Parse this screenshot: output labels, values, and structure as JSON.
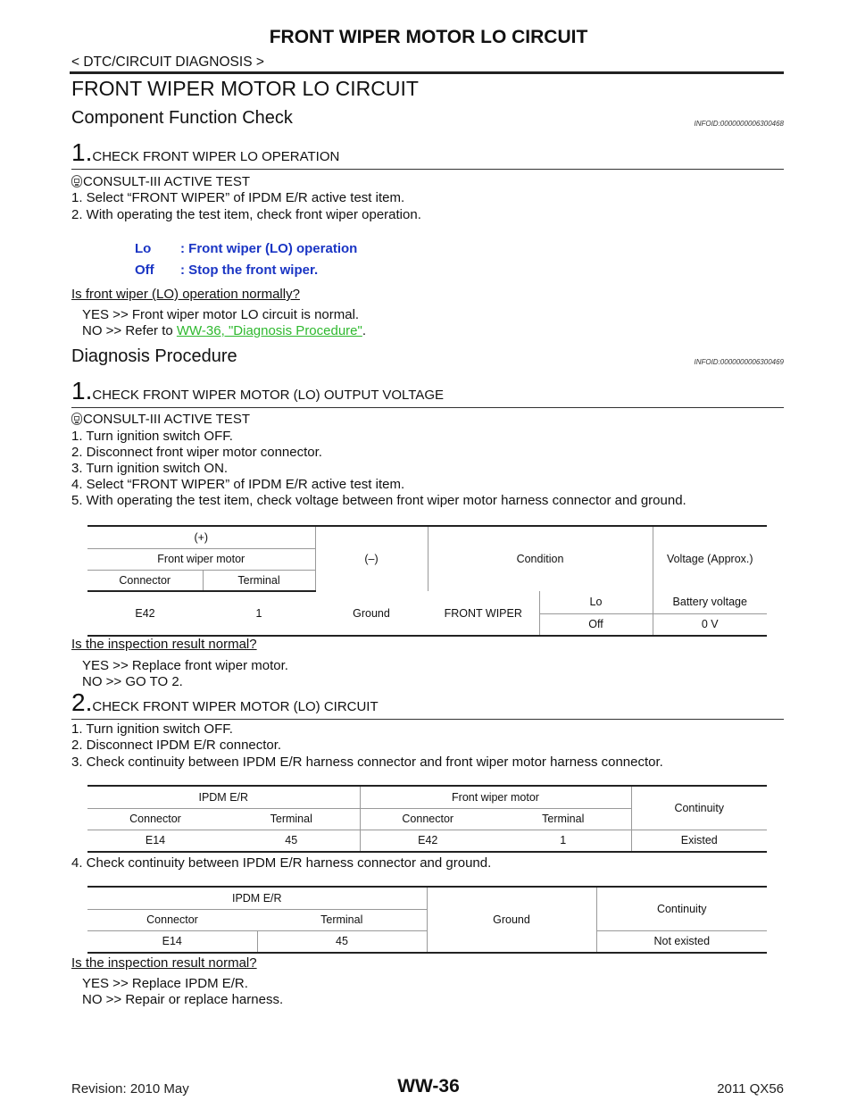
{
  "header": {
    "title": "FRONT WIPER MOTOR LO CIRCUIT",
    "breadcrumb": "< DTC/CIRCUIT DIAGNOSIS >"
  },
  "page_title": "FRONT WIPER MOTOR LO CIRCUIT",
  "component_check": {
    "heading": "Component Function Check",
    "infoid": "INFOID:0000000006300468",
    "step1": {
      "num": "1.",
      "title": "CHECK FRONT WIPER LO OPERATION"
    },
    "consult": "CONSULT-III ACTIVE TEST",
    "instructions": [
      "1.   Select “FRONT WIPER” of IPDM E/R active test item.",
      "2.   With operating the test item, check front wiper operation."
    ],
    "spec": [
      {
        "key": "Lo",
        "value": ": Front wiper (LO) operation"
      },
      {
        "key": "Off",
        "value": ": Stop the front wiper."
      }
    ],
    "question": "Is front wiper (LO) operation normally?",
    "yes": "YES      >> Front wiper motor LO circuit is normal.",
    "no_prefix": "NO       >> Refer to ",
    "no_link": "WW-36, \"Diagnosis Procedure\"",
    "no_suffix": "."
  },
  "diagnosis": {
    "heading": "Diagnosis Procedure",
    "infoid": "INFOID:0000000006300469",
    "step1": {
      "num": "1.",
      "title": "CHECK FRONT WIPER MOTOR (LO) OUTPUT VOLTAGE"
    },
    "consult": "CONSULT-III ACTIVE TEST",
    "instructions": [
      "1.   Turn ignition switch OFF.",
      "2.   Disconnect front wiper motor connector.",
      "3.   Turn ignition switch ON.",
      "4.   Select “FRONT WIPER” of IPDM E/R active test item.",
      "5.   With operating the test item, check voltage between front wiper motor harness connector and ground."
    ],
    "table1": {
      "plus": "(+)",
      "front_wiper_motor": "Front wiper motor",
      "connector": "Connector",
      "terminal": "Terminal",
      "minus": "(–)",
      "condition": "Condition",
      "voltage": "Voltage (Approx.)",
      "row": {
        "connector": "E42",
        "terminal": "1",
        "ground": "Ground",
        "cond": "FRONT WIPER",
        "lo": "Lo",
        "lo_v": "Battery voltage",
        "off": "Off",
        "off_v": "0 V"
      }
    },
    "question1": "Is the inspection result normal?",
    "yes1": "YES      >> Replace front wiper motor.",
    "no1": "NO       >> GO TO 2.",
    "step2": {
      "num": "2.",
      "title": "CHECK FRONT WIPER MOTOR (LO) CIRCUIT"
    },
    "instructions2": [
      "1.   Turn ignition switch OFF.",
      "2.   Disconnect IPDM E/R connector.",
      "3.   Check continuity between IPDM E/R harness connector and front wiper motor harness connector."
    ],
    "table2": {
      "ipdm": "IPDM E/R",
      "fwm": "Front wiper motor",
      "continuity": "Continuity",
      "connector": "Connector",
      "terminal": "Terminal",
      "row": {
        "c1": "E14",
        "t1": "45",
        "c2": "E42",
        "t2": "1",
        "cont": "Existed"
      }
    },
    "instruction4": "4.   Check continuity between IPDM E/R harness connector and ground.",
    "table3": {
      "ipdm": "IPDM E/R",
      "ground": "Ground",
      "continuity": "Continuity",
      "connector": "Connector",
      "terminal": "Terminal",
      "row": {
        "c1": "E14",
        "t1": "45",
        "cont": "Not existed"
      }
    },
    "question2": "Is the inspection result normal?",
    "yes2": "YES      >> Replace IPDM E/R.",
    "no2": "NO       >> Repair or replace harness."
  },
  "footer": {
    "revision": "Revision: 2010 May",
    "page_code": "WW-36",
    "model": "2011 QX56"
  }
}
